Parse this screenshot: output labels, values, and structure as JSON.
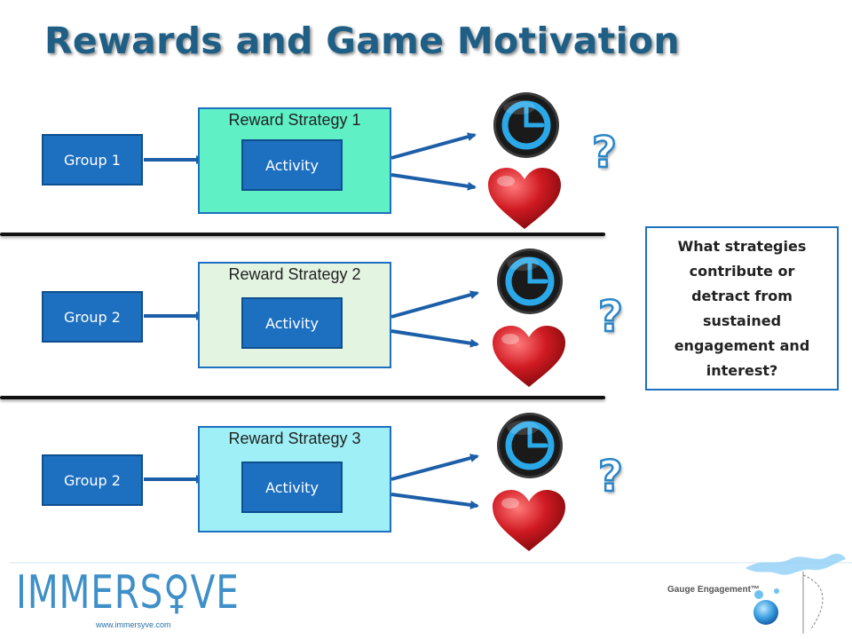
{
  "slide": {
    "title": "Rewards and Game Motivation",
    "question": "What strategies contribute or detract from sustained engagement and interest?",
    "question_mark": "?",
    "footer_url": "www.immersyve.com",
    "logo": "IMMERS♀VE",
    "tagline": "Gauge Engagement™"
  },
  "rows": [
    {
      "group": "Group 1",
      "strategy": "Reward Strategy 1",
      "activity": "Activity",
      "fill": "#5ff0c6"
    },
    {
      "group": "Group 2",
      "strategy": "Reward Strategy 2",
      "activity": "Activity",
      "fill": "#e3f4e1"
    },
    {
      "group": "Group 2",
      "strategy": "Reward Strategy 3",
      "activity": "Activity",
      "fill": "#9ff0f6"
    }
  ],
  "colors": {
    "accent_blue": "#1d6fc0",
    "title": "#1f5f86",
    "heart": "#d01a22",
    "clock": "#2aa8e8"
  },
  "icons": [
    "clock-icon",
    "heart-icon",
    "question-mark-icon",
    "arrow-icon"
  ]
}
